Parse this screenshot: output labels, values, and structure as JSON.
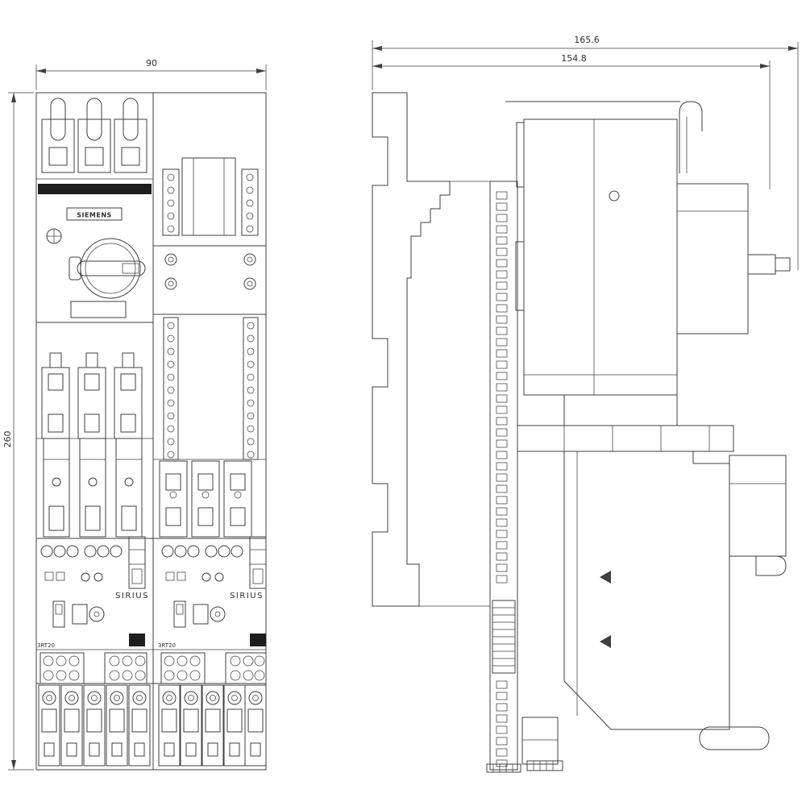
{
  "page": {
    "background": "#ffffff",
    "line_color": "#3f3f3f",
    "title": "SIRIUS starter dimensional drawing, front and side views"
  },
  "dimensions": {
    "width": {
      "value": "90"
    },
    "height": {
      "value": "260"
    },
    "depth_total": {
      "value": "165.6"
    },
    "depth_device": {
      "value": "154.8"
    }
  },
  "labels": {
    "brand": "SIEMENS",
    "series_left": "SIRIUS",
    "series_right": "SIRIUS",
    "model_left": "3RT20",
    "model_right": "3RT20"
  }
}
